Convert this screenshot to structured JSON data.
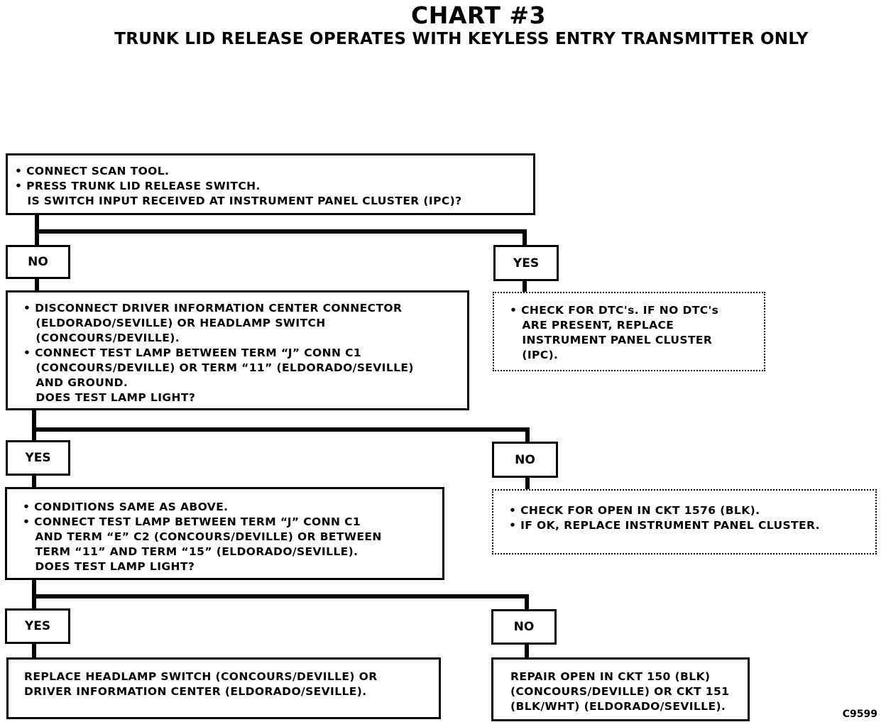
{
  "title": "CHART #3",
  "subtitle": "TRUNK LID RELEASE OPERATES WITH KEYLESS ENTRY TRANSMITTER ONLY",
  "step1": {
    "lines": [
      "• CONNECT SCAN TOOL.",
      "• PRESS TRUNK LID RELEASE SWITCH.",
      "   IS SWITCH INPUT RECEIVED AT INSTRUMENT PANEL CLUSTER (IPC)?"
    ]
  },
  "branch1": {
    "no": "NO",
    "yes": "YES"
  },
  "step2": {
    "lines": [
      "• DISCONNECT DRIVER INFORMATION CENTER CONNECTOR",
      "   (ELDORADO/SEVILLE) OR HEADLAMP SWITCH",
      "   (CONCOURS/DEVILLE).",
      "• CONNECT TEST LAMP BETWEEN TERM “J” CONN C1",
      "   (CONCOURS/DEVILLE) OR TERM “11” (ELDORADO/SEVILLE)",
      "   AND GROUND.",
      "   DOES TEST LAMP LIGHT?"
    ]
  },
  "result_ipc": {
    "lines": [
      "• CHECK FOR DTC's. IF NO DTC's",
      "   ARE PRESENT, REPLACE",
      "   INSTRUMENT PANEL CLUSTER",
      "   (IPC)."
    ]
  },
  "branch2": {
    "yes": "YES",
    "no": "NO"
  },
  "step3": {
    "lines": [
      "• CONDITIONS SAME AS ABOVE.",
      "• CONNECT TEST LAMP BETWEEN TERM “J” CONN C1",
      "   AND TERM “E” C2 (CONCOURS/DEVILLE) OR BETWEEN",
      "   TERM “11” AND TERM “15” (ELDORADO/SEVILLE).",
      "   DOES TEST LAMP LIGHT?"
    ]
  },
  "result_open1576": {
    "lines": [
      "• CHECK FOR OPEN IN CKT 1576 (BLK).",
      "• IF OK, REPLACE INSTRUMENT PANEL CLUSTER."
    ]
  },
  "branch3": {
    "yes": "YES",
    "no": "NO"
  },
  "result_replace": {
    "lines": [
      "REPLACE HEADLAMP SWITCH (CONCOURS/DEVILLE) OR",
      "DRIVER INFORMATION CENTER (ELDORADO/SEVILLE)."
    ]
  },
  "result_repair": {
    "lines": [
      "REPAIR OPEN IN CKT 150 (BLK)",
      "(CONCOURS/DEVILLE) OR CKT 151",
      "(BLK/WHT) (ELDORADO/SEVILLE)."
    ]
  },
  "figure_ref": "C9599"
}
